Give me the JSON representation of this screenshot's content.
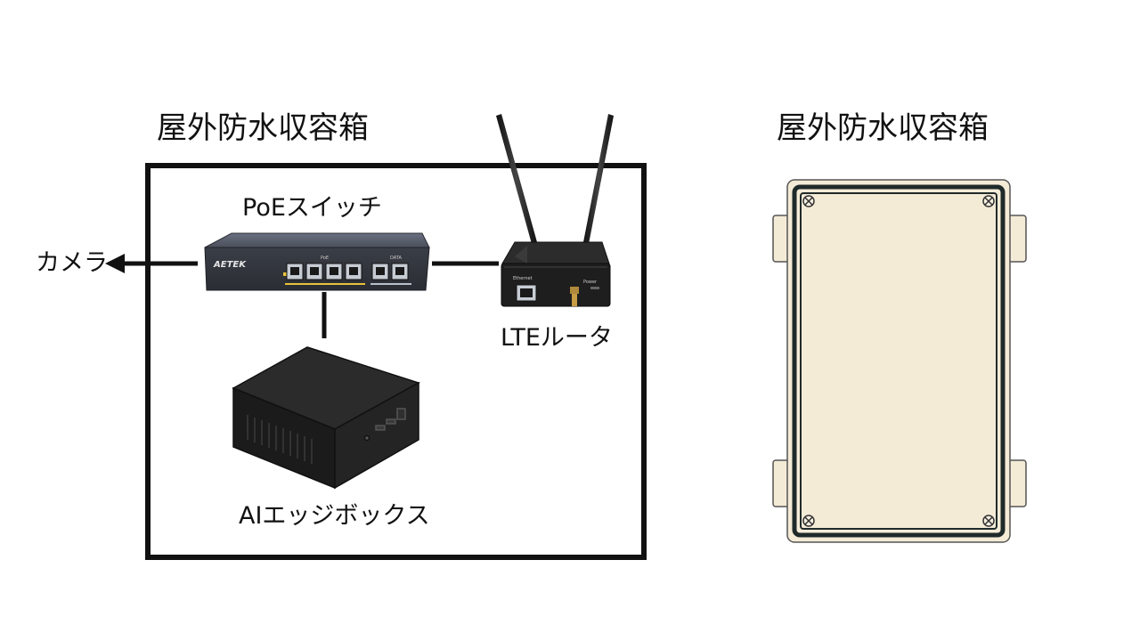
{
  "left_panel": {
    "title": "屋外防水収容箱",
    "camera_label": "カメラ",
    "poe_switch": {
      "label": "PoEスイッチ",
      "brand": "AETEK",
      "port_group_labels": [
        "PoE",
        "DATA"
      ]
    },
    "lte_router": {
      "label": "LTEルータ",
      "port_label": "Ethernet",
      "power_label": "Power"
    },
    "edge_box": {
      "label": "AIエッジボックス"
    }
  },
  "right_panel": {
    "title": "屋外防水収容箱"
  },
  "colors": {
    "line": "#111111",
    "enclosure_fill": "#f4ebd7",
    "device_body": "#1f1f1f",
    "switch_body": "#3d4149"
  }
}
